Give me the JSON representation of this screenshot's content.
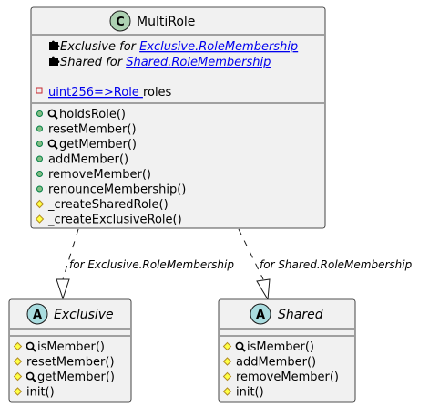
{
  "multirole": {
    "stereotype_letter": "C",
    "name": "MultiRole",
    "using_lines": [
      {
        "prefix": "Exclusive for ",
        "link": "Exclusive.RoleMembership"
      },
      {
        "prefix": "Shared for ",
        "link": "Shared.RoleMembership"
      }
    ],
    "field": {
      "type": "uint256=>Role ",
      "name": " roles"
    },
    "methods": [
      {
        "vis": "public",
        "view": true,
        "label": "holdsRole()"
      },
      {
        "vis": "public",
        "view": false,
        "label": "resetMember()"
      },
      {
        "vis": "public",
        "view": true,
        "label": "getMember()"
      },
      {
        "vis": "public",
        "view": false,
        "label": "addMember()"
      },
      {
        "vis": "public",
        "view": false,
        "label": "removeMember()"
      },
      {
        "vis": "public",
        "view": false,
        "label": "renounceMembership()"
      },
      {
        "vis": "internal",
        "view": false,
        "label": "_createSharedRole()"
      },
      {
        "vis": "internal",
        "view": false,
        "label": "_createExclusiveRole()"
      }
    ]
  },
  "exclusive": {
    "stereotype_letter": "A",
    "name": "Exclusive",
    "methods": [
      {
        "vis": "internal",
        "view": true,
        "label": "isMember()"
      },
      {
        "vis": "internal",
        "view": false,
        "label": "resetMember()"
      },
      {
        "vis": "internal",
        "view": true,
        "label": "getMember()"
      },
      {
        "vis": "internal",
        "view": false,
        "label": "init()"
      }
    ]
  },
  "shared": {
    "stereotype_letter": "A",
    "name": "Shared",
    "methods": [
      {
        "vis": "internal",
        "view": true,
        "label": "isMember()"
      },
      {
        "vis": "internal",
        "view": false,
        "label": "addMember()"
      },
      {
        "vis": "internal",
        "view": false,
        "label": "removeMember()"
      },
      {
        "vis": "internal",
        "view": false,
        "label": "init()"
      }
    ]
  },
  "edges": {
    "exclusive_label": "for Exclusive.RoleMembership",
    "shared_label": "for Shared.RoleMembership"
  },
  "colors": {
    "class_fill": "#f1f1f1",
    "border": "#181818",
    "class_badge": "#add1b2",
    "abstract_badge": "#a9dcdf",
    "public_fill": "#84be84",
    "public_stroke": "#038048",
    "internal_fill": "#ffff44",
    "internal_stroke": "#b38d22",
    "private_stroke": "#c82930",
    "edge": "#181818"
  }
}
